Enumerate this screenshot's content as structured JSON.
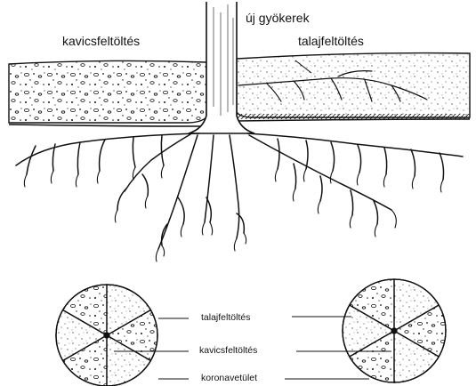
{
  "labels": {
    "gravel_fill": "kavicsfeltöltés",
    "new_roots": "új gyökerek",
    "soil_fill": "talajfeltöltés"
  },
  "legend": {
    "soil_fill": "talajfeltöltés",
    "gravel_fill": "kavicsfeltöltés",
    "crown_projection": "koronavetület"
  },
  "colors": {
    "ink": "#111111",
    "paper": "#ffffff"
  }
}
